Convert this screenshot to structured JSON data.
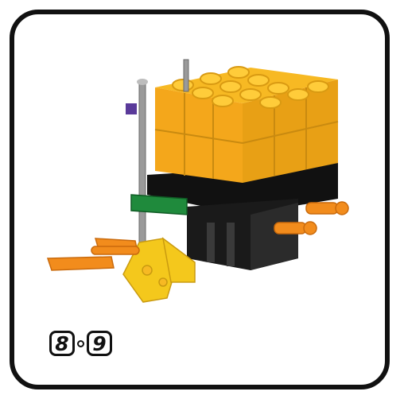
{
  "steps": {
    "from": "8",
    "to": "9"
  },
  "colors": {
    "frame": "#111111",
    "brick_yellow": "#f7b923",
    "brick_yellow_dark": "#d99a12",
    "base_black": "#1a1a1a",
    "connector_orange": "#f28c1c",
    "rod_gray": "#9a9a9a",
    "clip_green": "#1f8a3c",
    "clip_purple": "#5a3a9a",
    "connector_yellow": "#f4c81c"
  },
  "icons": {
    "model": "lego-knex-build-illustration"
  }
}
